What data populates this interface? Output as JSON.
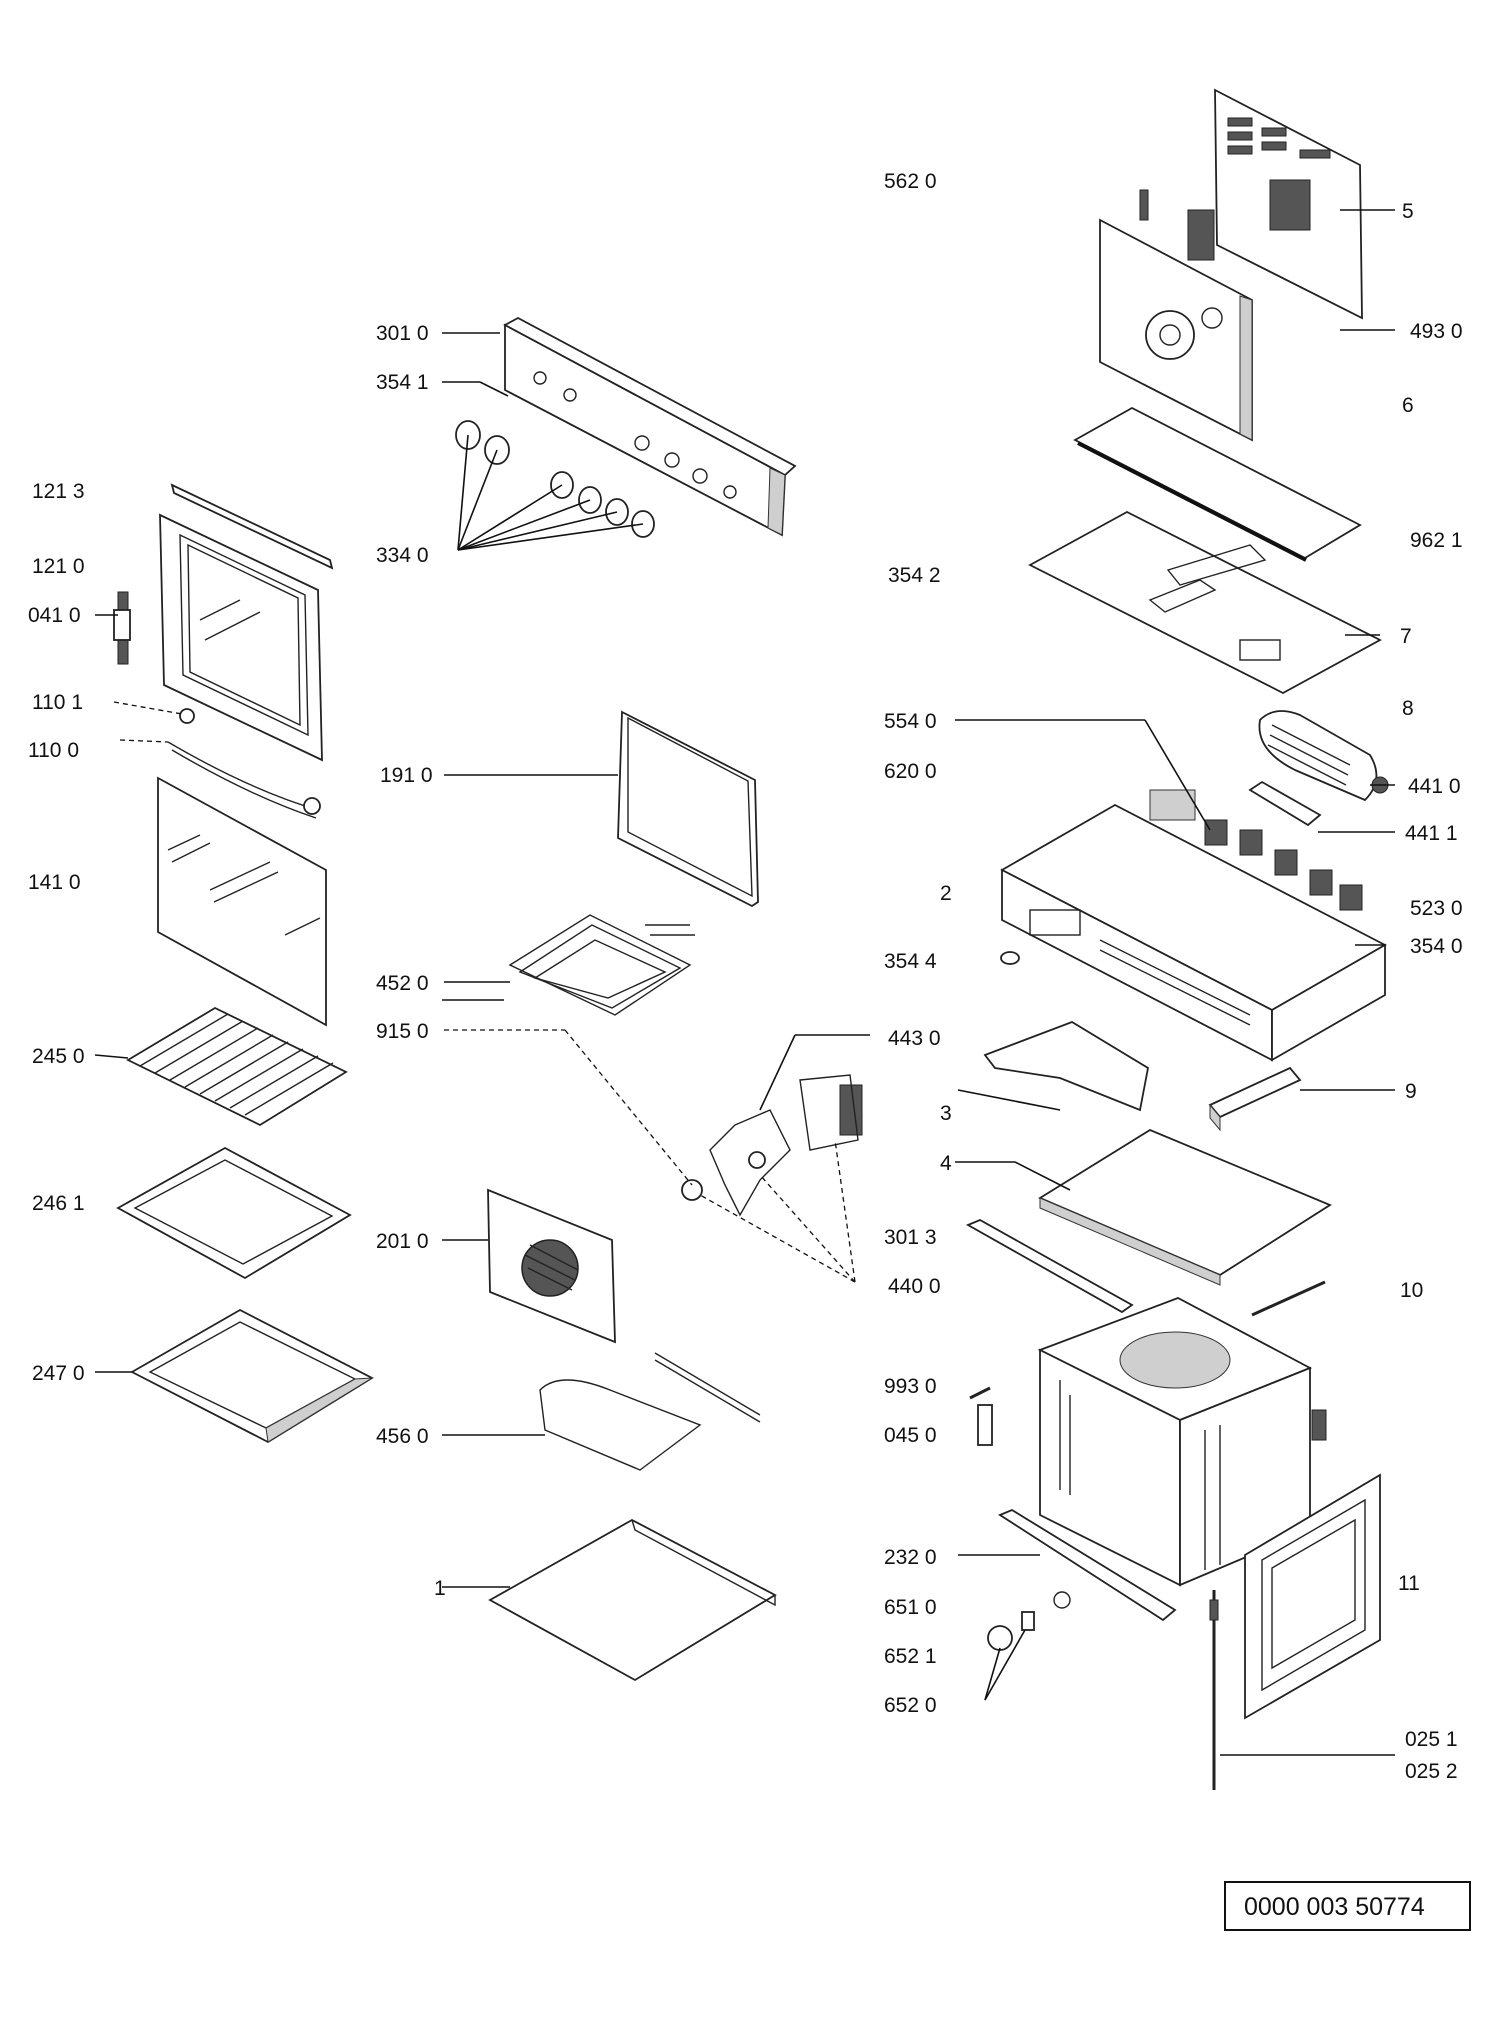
{
  "document_code": "0000 003 50774",
  "labels": {
    "l1213": "121 3",
    "l1210": "121 0",
    "l0410": "041 0",
    "l1101": "110 1",
    "l1100": "110 0",
    "l1410": "141 0",
    "l2450": "245 0",
    "l2461": "246 1",
    "l2470": "247 0",
    "l3010": "301 0",
    "l3541": "354 1",
    "l3340": "334 0",
    "l1910": "191 0",
    "l4520": "452 0",
    "l9150": "915 0",
    "l2010": "201 0",
    "l4560": "456 0",
    "l1": "1",
    "l5620": "562 0",
    "l5": "5",
    "l4930": "493 0",
    "l6": "6",
    "l9621": "962 1",
    "l3542": "354 2",
    "l7": "7",
    "l8": "8",
    "l5540": "554 0",
    "l6200": "620 0",
    "l4410": "441 0",
    "l4411": "441 1",
    "l2": "2",
    "l5230": "523 0",
    "l3544": "354 4",
    "l3540": "354 0",
    "l4430": "443 0",
    "l9": "9",
    "l3": "3",
    "l4": "4",
    "l3013": "301 3",
    "l4400": "440 0",
    "l10": "10",
    "l9930": "993 0",
    "l0450": "045 0",
    "l2320": "232 0",
    "l6510": "651 0",
    "l6521": "652 1",
    "l6520": "652 0",
    "l11": "11",
    "l0251": "025 1",
    "l0252": "025 2"
  }
}
